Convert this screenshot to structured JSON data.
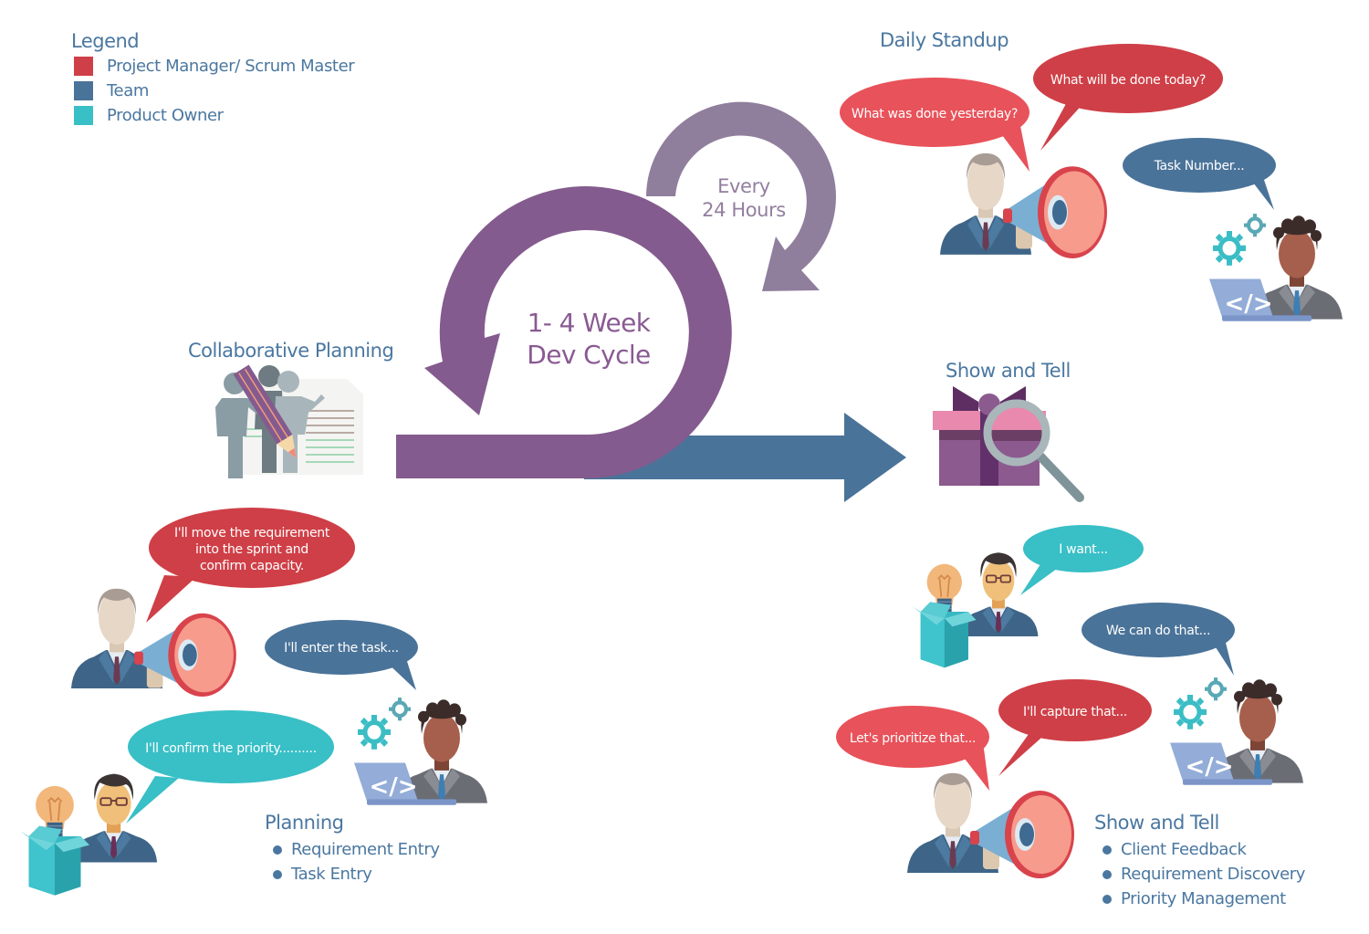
{
  "legend": {
    "title": "Legend",
    "items": [
      {
        "label": "Project Manager/ Scrum Master",
        "color": "#cf3f47"
      },
      {
        "label": "Team",
        "color": "#4a7399"
      },
      {
        "label": "Product Owner",
        "color": "#39bfc6"
      }
    ]
  },
  "colors": {
    "heading": "#4a77a0",
    "cycle_purple": "#845b8e",
    "daily_purple": "#907e9d",
    "flow_blue": "#4a7399",
    "pm_red": "#cf3f47",
    "pm_red_light": "#e8525a",
    "team_blue": "#4a7399",
    "owner_teal": "#39bfc6"
  },
  "cycle": {
    "main_line1": "1- 4 Week",
    "main_line2": "Dev Cycle",
    "daily_line1": "Every",
    "daily_line2": "24 Hours"
  },
  "sections": {
    "collaborative_planning": {
      "title": "Collaborative Planning"
    },
    "daily_standup": {
      "title": "Daily Standup",
      "bubbles": {
        "yesterday": "What was done yesterday?",
        "today": "What will be done today?",
        "task": "Task Number..."
      }
    },
    "show_and_tell_icon": {
      "title": "Show and Tell"
    },
    "planning": {
      "title": "Planning",
      "bullets": [
        "Requirement Entry",
        "Task Entry"
      ],
      "bubbles": {
        "pm_line1": "I'll move the requirement",
        "pm_line2": "into the sprint and",
        "pm_line3": "confirm capacity.",
        "team": "I'll enter the task...",
        "owner": "I'll confirm the priority.........."
      }
    },
    "show_and_tell": {
      "title": "Show and Tell",
      "bullets": [
        "Client Feedback",
        "Requirement Discovery",
        "Priority Management"
      ],
      "bubbles": {
        "owner": "I want...",
        "team": "We can do that...",
        "pm_prioritize": "Let's prioritize that...",
        "pm_capture": "I'll capture that..."
      }
    }
  },
  "icons": {
    "code_symbol": "</>"
  }
}
